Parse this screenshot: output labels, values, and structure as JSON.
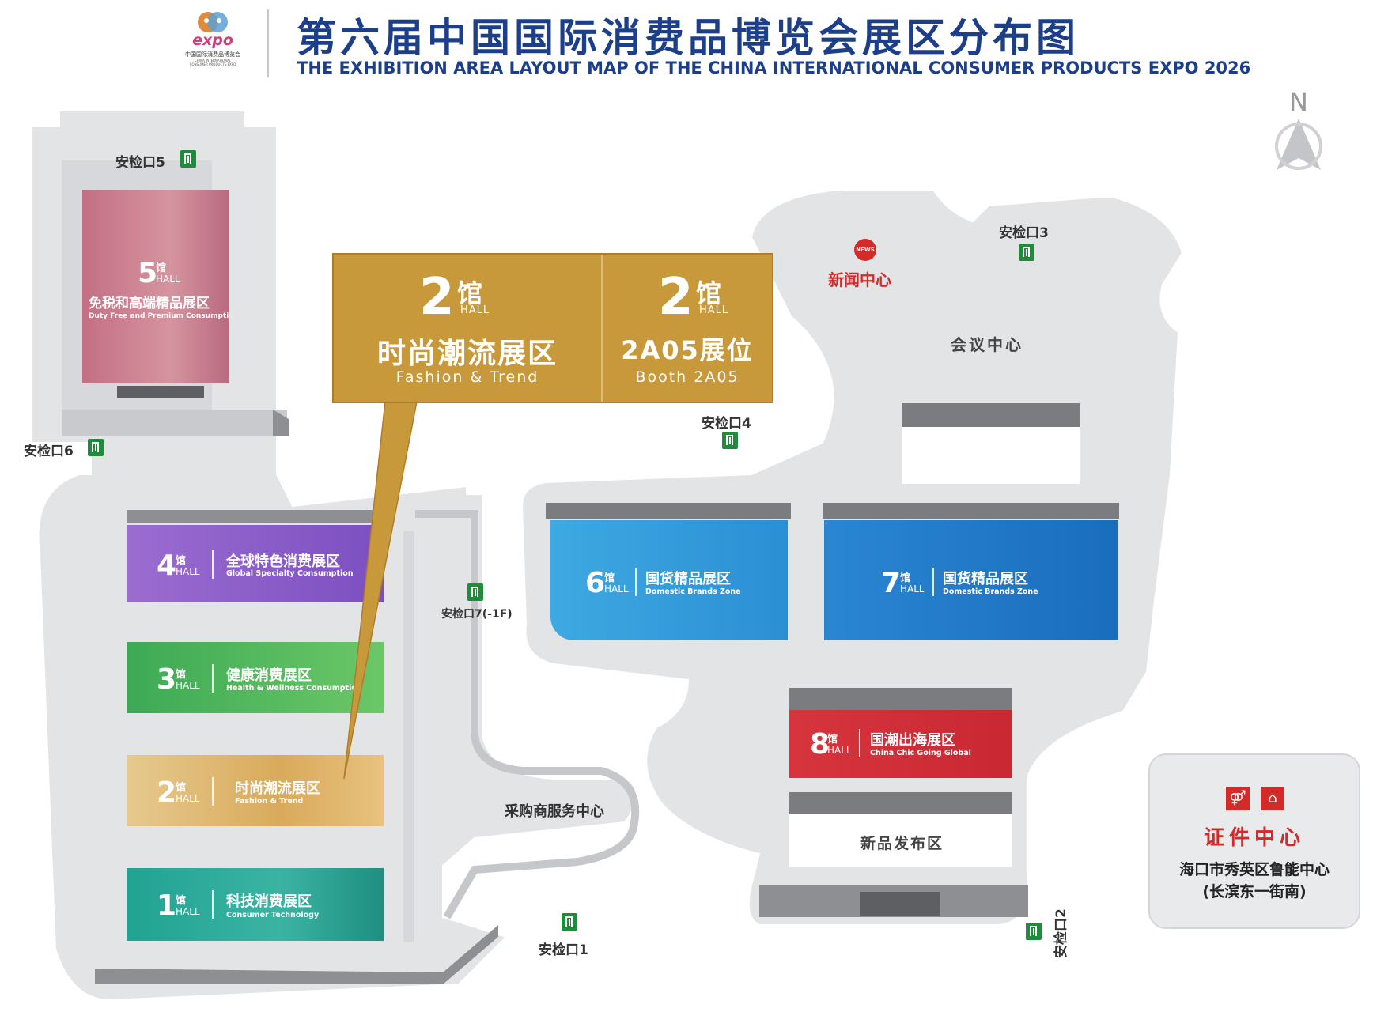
{
  "header": {
    "title": "第六届中国国际消费品博览会展区分布图",
    "subtitle": "THE EXHIBITION AREA LAYOUT MAP OF THE CHINA INTERNATIONAL CONSUMER PRODUCTS EXPO 2026",
    "logo": {
      "word": "expo",
      "cn": "中国国际消费品博览会",
      "en1": "CHINA INTERNATIONAL",
      "en2": "CONSUMER PRODUCTS EXPO"
    }
  },
  "compass": {
    "label": "N"
  },
  "halls": [
    {
      "id": "hall5",
      "num": "5",
      "guan": "馆",
      "word": "HALL",
      "cn": "免税和高端精品展区",
      "en": "Duty Free and Premium Consumption",
      "color": "#c97f90"
    },
    {
      "id": "hall4",
      "num": "4",
      "guan": "馆",
      "word": "HALL",
      "cn": "全球特色消费展区",
      "en": "Global Specialty Consumption",
      "color": "#8b5cc6"
    },
    {
      "id": "hall3",
      "num": "3",
      "guan": "馆",
      "word": "HALL",
      "cn": "健康消费展区",
      "en": "Health & Wellness Consumption",
      "color": "#4cb85a"
    },
    {
      "id": "hall2",
      "num": "2",
      "guan": "馆",
      "word": "HALL",
      "cn": "时尚潮流展区",
      "en": "Fashion & Trend",
      "color": "#d9ab61"
    },
    {
      "id": "hall1",
      "num": "1",
      "guan": "馆",
      "word": "HALL",
      "cn": "科技消费展区",
      "en": "Consumer Technology",
      "color": "#2aa596"
    },
    {
      "id": "hall6",
      "num": "6",
      "guan": "馆",
      "word": "HALL",
      "cn": "国货精品展区",
      "en": "Domestic Brands Zone",
      "color": "#2f9ad9"
    },
    {
      "id": "hall7",
      "num": "7",
      "guan": "馆",
      "word": "HALL",
      "cn": "国货精品展区",
      "en": "Domestic Brands Zone",
      "color": "#1d77c9"
    },
    {
      "id": "hall8",
      "num": "8",
      "guan": "馆",
      "word": "HALL",
      "cn": "国潮出海展区",
      "en": "China Chic Going Global",
      "color": "#d6303a"
    }
  ],
  "callout": {
    "left": {
      "num": "2",
      "guan": "馆",
      "hall": "HALL",
      "cn": "时尚潮流展区",
      "en": "Fashion & Trend"
    },
    "right": {
      "num": "2",
      "guan": "馆",
      "hall": "HALL",
      "cn": "2A05展位",
      "en": "Booth 2A05"
    },
    "color": "#c8993a"
  },
  "checkpoints": {
    "cp1": "安检口1",
    "cp2": "安检口2",
    "cp3": "安检口3",
    "cp4": "安检口4",
    "cp5": "安检口5",
    "cp6": "安检口6",
    "cp7": "安检口7(-1F)"
  },
  "areas": {
    "news": "新闻中心",
    "news_icon": "NEWS",
    "meeting": "会议中心",
    "launch": "新品发布区",
    "buyer": "采购商服务中心"
  },
  "cert": {
    "title": "证件中心",
    "addr1": "海口市秀英区鲁能中心",
    "addr2": "(长滨东一街南)",
    "icon1": "person-id-icon",
    "icon2": "badge-icon",
    "color": "#d32a2a"
  }
}
